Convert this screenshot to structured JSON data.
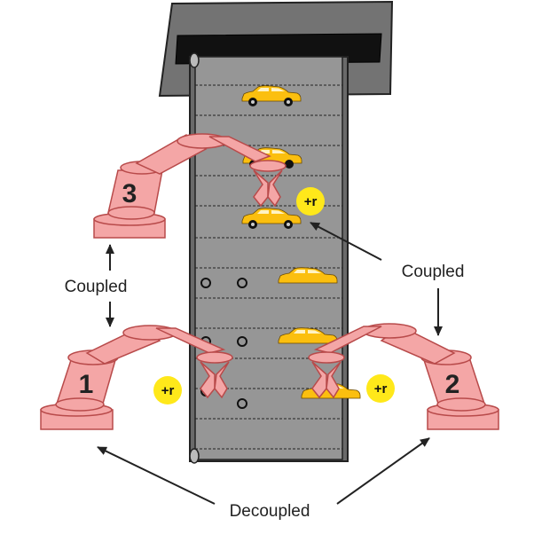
{
  "diagram": {
    "robots": [
      {
        "number": "3"
      },
      {
        "number": "1"
      },
      {
        "number": "2"
      }
    ],
    "reward_badges": [
      {
        "text": "+r"
      },
      {
        "text": "+r"
      },
      {
        "text": "+r"
      }
    ],
    "labels": {
      "coupled_left": "Coupled",
      "coupled_right": "Coupled",
      "decoupled": "Decoupled"
    },
    "colors": {
      "robot_fill": "#f4a6a6",
      "robot_stroke": "#b84a4a",
      "belt": "#8e8e8e",
      "car": "#fbbf0f",
      "badge": "#ffe81a"
    }
  }
}
